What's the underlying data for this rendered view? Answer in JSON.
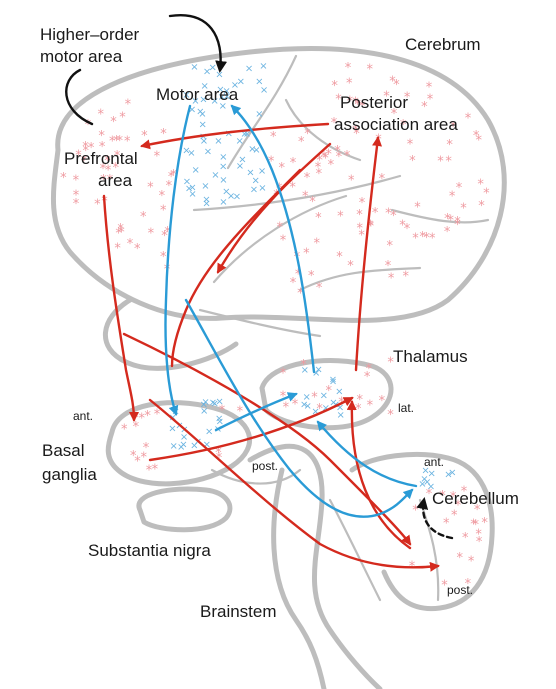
{
  "colors": {
    "outline": "#bdbdbd",
    "red_path": "#d42a1e",
    "blue_path": "#2a9bd6",
    "red_dots": "#ef9aa0",
    "blue_dots": "#6ab3e0",
    "black": "#111111"
  },
  "labels": {
    "higher_order_1": "Higher–order",
    "higher_order_2": "motor area",
    "cerebrum": "Cerebrum",
    "motor_area": "Motor area",
    "posterior_1": "Posterior",
    "posterior_2": "association area",
    "prefrontal_1": "Prefrontal",
    "prefrontal_2": "area",
    "thalamus": "Thalamus",
    "lat": "lat.",
    "ant_basal": "ant.",
    "basal_1": "Basal",
    "basal_2": "ganglia",
    "post_basal": "post.",
    "ant_cb": "ant.",
    "cerebellum": "Cerebellum",
    "substantia_nigra": "Substantia nigra",
    "post_cb": "post.",
    "brainstem": "Brainstem"
  }
}
